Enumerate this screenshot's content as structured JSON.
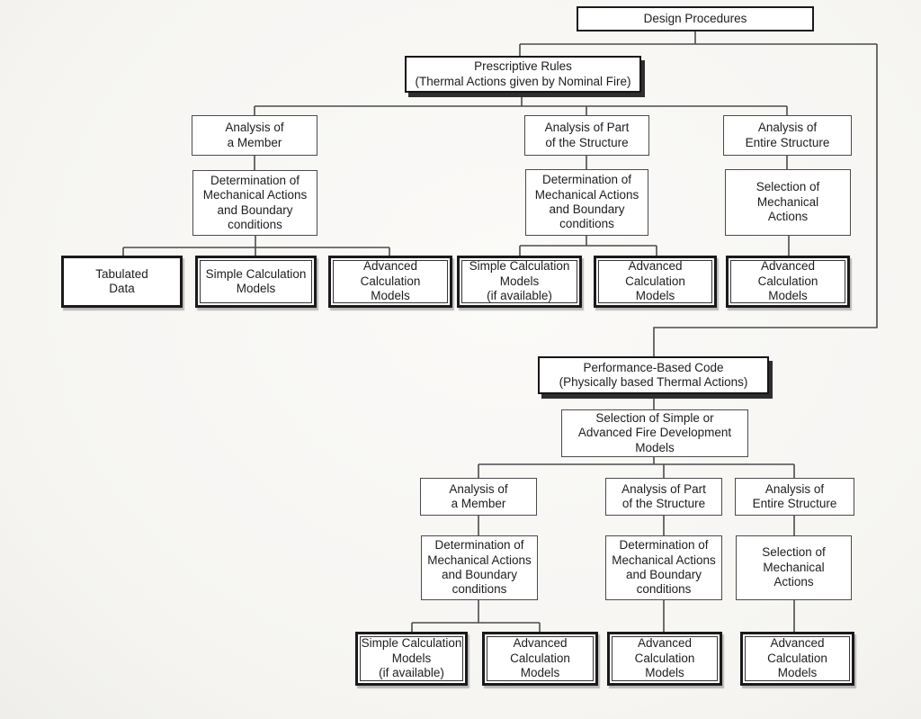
{
  "diagram_title": "Design Procedures flowchart",
  "colors": {
    "background": "#f6f5f2",
    "line": "#4b4b4d",
    "box_border_dark": "#1a1a1c",
    "box_border_gray": "#4b4b4d",
    "box_fill": "#ffffff"
  },
  "nodes": {
    "design_procedures": "Design Procedures",
    "prescriptive_rules": "Prescriptive Rules\n(Thermal Actions given by Nominal Fire)",
    "performance_code": "Performance-Based Code\n(Physically based Thermal Actions)",
    "fire_development": "Selection of Simple or\nAdvanced Fire Development\nModels",
    "analysis_member": "Analysis of\na Member",
    "analysis_part": "Analysis of Part\nof the Structure",
    "analysis_entire": "Analysis of\nEntire Structure",
    "determination_mechanical": "Determination of\nMechanical Actions\nand Boundary\nconditions",
    "selection_mechanical": "Selection of\nMechanical\nActions",
    "tabulated_data": "Tabulated\nData",
    "simple_calculation": "Simple Calculation\nModels",
    "simple_calculation_if_available": "Simple Calculation\nModels\n(if available)",
    "advanced_calculation": "Advanced\nCalculation\nModels"
  }
}
